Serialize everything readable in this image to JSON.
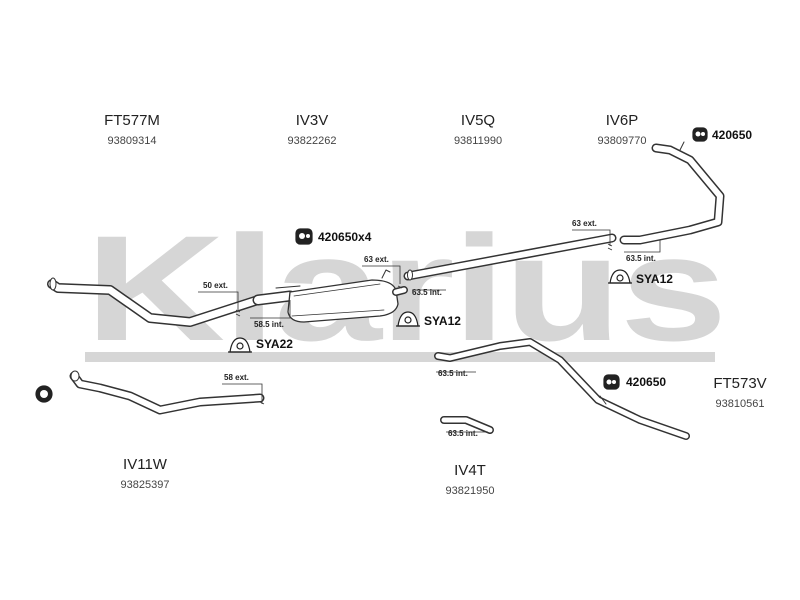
{
  "watermark": {
    "text": "Klarius",
    "color": "#d6d6d6"
  },
  "parts": {
    "ft577m": {
      "code": "FT577M",
      "number": "93809314"
    },
    "iv3v": {
      "code": "IV3V",
      "number": "93822262"
    },
    "iv5q": {
      "code": "IV5Q",
      "number": "93811990"
    },
    "iv6p": {
      "code": "IV6P",
      "number": "93809770"
    },
    "ft573v": {
      "code": "FT573V",
      "number": "93810561"
    },
    "iv11w": {
      "code": "IV11W",
      "number": "93825397"
    },
    "iv4t": {
      "code": "IV4T",
      "number": "93821950"
    }
  },
  "callouts": {
    "mount_420650_top": "420650",
    "mount_420650x4": "420650x4",
    "sya12_right": "SYA12",
    "sya12_center": "SYA12",
    "sya22": "SYA22",
    "mount_420650_lower": "420650"
  },
  "dimensions": {
    "d_50ext": "50 ext.",
    "d_58_5int": "58.5 int.",
    "d_63ext_mid": "63 ext.",
    "d_63_5int_mid": "63.5 int.",
    "d_63ext_right": "63 ext.",
    "d_63_5int_right": "63.5 int.",
    "d_58ext": "58 ext.",
    "d_63_5int_low": "63.5 int.",
    "d_63_5int_small": "63.5 int."
  },
  "colors": {
    "line": "#333333",
    "pipe_fill": "#ffffff",
    "watermark": "#d6d6d6"
  }
}
